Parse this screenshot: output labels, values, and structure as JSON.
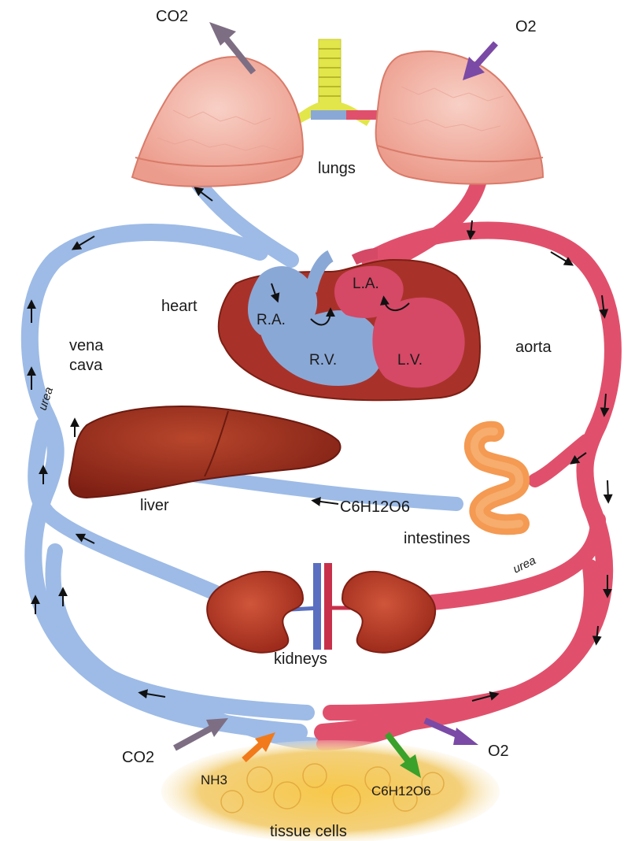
{
  "labels": {
    "co2_top": "CO2",
    "o2_top": "O2",
    "lungs": "lungs",
    "heart": "heart",
    "ra": "R.A.",
    "la": "L.A.",
    "rv": "R.V.",
    "lv": "L.V.",
    "vena_cava_1": "vena",
    "vena_cava_2": "cava",
    "aorta": "aorta",
    "urea_left": "urea",
    "urea_right": "urea",
    "liver": "liver",
    "glucose_mid": "C6H12O6",
    "intestines": "intestines",
    "kidneys": "kidneys",
    "co2_bottom": "CO2",
    "o2_bottom": "O2",
    "nh3": "NH3",
    "glucose_bottom": "C6H12O6",
    "tissue_cells": "tissue cells"
  },
  "colors": {
    "vein_blue": "#9dbbe6",
    "artery_red": "#e0506c",
    "lung_pink": "#f4b9ae",
    "organ_brown": "#9e2b1c",
    "heart_dark": "#a8322a",
    "intestine_orange": "#f49a52",
    "tissue_yellow": "#f3c24a"
  }
}
